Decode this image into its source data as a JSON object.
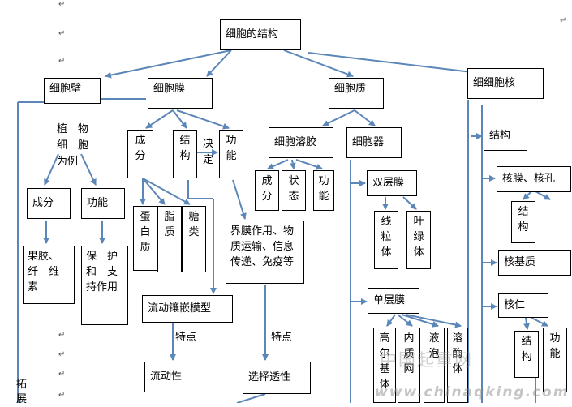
{
  "colors": {
    "line": "#5b86b8",
    "border": "#000000"
  },
  "nodes": {
    "root": "细胞的结构",
    "cell_wall": "细胞壁",
    "cell_membrane": "细胞膜",
    "cytoplasm": "细胞质",
    "nucleus": "细细胞核",
    "plant_cell_example": "植　物\n细　胞\n为例",
    "wall_composition": "成分",
    "wall_function": "功能",
    "wall_comp_value": "果胶、\n纤　维\n素",
    "wall_func_value": "保　护\n和　支\n持作用",
    "mem_composition": "成\n分",
    "mem_structure": "结\n构",
    "mem_determines": "决\n定",
    "mem_function": "功\n能",
    "protein": "蛋\n白\n质",
    "lipid": "脂\n质",
    "sugar": "糖\n类",
    "mem_func_value": "界膜作用、物\n质运输、信息\n传递、免疫等",
    "fluid_mosaic": "流动镶嵌模型",
    "feature_label_1": "特点",
    "fluidity": "流动性",
    "feature_label_2": "特点",
    "selective_permeability": "选择透性",
    "cytosol": "细胞溶胶",
    "organelles": "细胞器",
    "sol_composition": "成\n分",
    "sol_state": "状\n态",
    "sol_function": "功\n能",
    "double_membrane": "双层膜",
    "mitochondria": "线\n粒\n体",
    "chloroplast": "叶\n绿\n体",
    "single_membrane": "单层膜",
    "golgi": "高\n尔\n基\n体",
    "er": "内\n质\n网",
    "vacuole": "液\n泡",
    "lysosome": "溶\n酶\n体",
    "nuc_structure": "结构",
    "envelope_pore": "核膜、核孔",
    "env_structure": "结\n构",
    "nucleoplasm": "核基质",
    "nucleolus": "核仁",
    "nucleolus_structure": "结\n构",
    "nucleolus_function": "功\n能",
    "expand_label": "拓\n展"
  },
  "paragraph_mark": "↵",
  "watermark": {
    "cn": "中国起重网",
    "url": "www.chinaqking.com"
  }
}
